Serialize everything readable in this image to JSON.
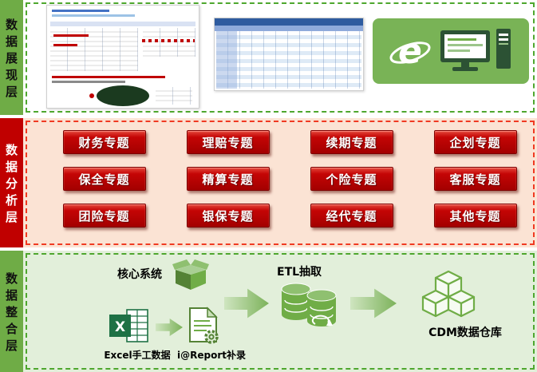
{
  "palette": {
    "layer_green": "#6FAC46",
    "green_dash": "#4EA72E",
    "light_green_bg": "#E2EFDA",
    "red": "#C00000",
    "red_dash": "#F03A22",
    "peach_bg": "#FBE3D4",
    "icon_green": "#70AD47",
    "dark_green": "#2C5234",
    "excel_green": "#1E7145"
  },
  "presentation": {
    "label": "数据展现层",
    "ie_letter": "e"
  },
  "analysis": {
    "label": "数据分析层",
    "topics": [
      "财务专题",
      "理赔专题",
      "续期专题",
      "企划专题",
      "保全专题",
      "精算专题",
      "个险专题",
      "客服专题",
      "团险专题",
      "银保专题",
      "经代专题",
      "其他专题"
    ]
  },
  "integration": {
    "label": "数据整合层",
    "core_system_label": "核心系统",
    "etl_label": "ETL抽取",
    "cdm_label": "CDM数据仓库",
    "excel_label": "Excel手工数据",
    "ireport_label": "i@Report补录",
    "excel_letter": "X"
  }
}
